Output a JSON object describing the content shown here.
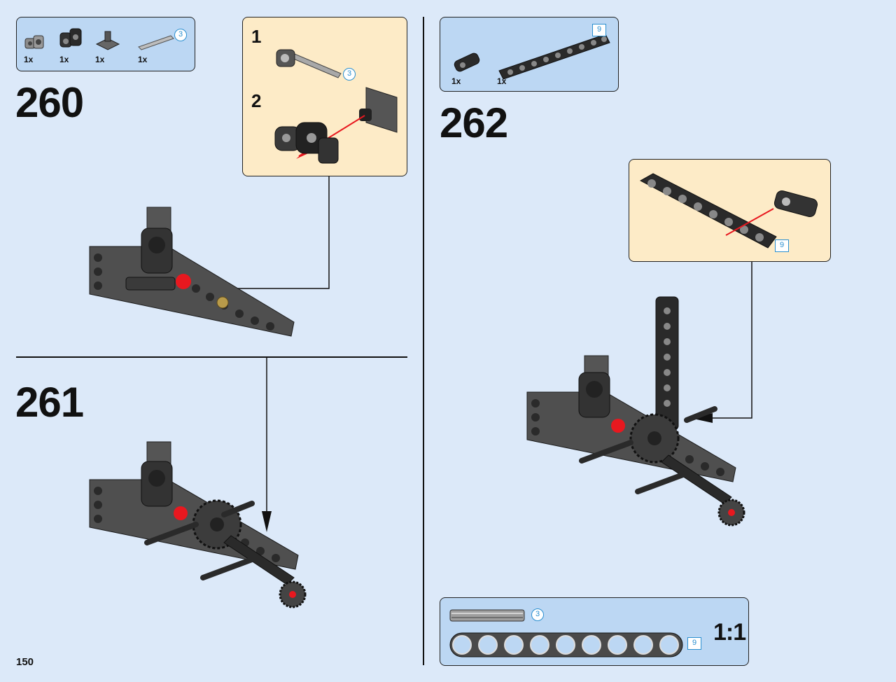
{
  "page": {
    "number": "150"
  },
  "steps": [
    {
      "number": "260",
      "parts": [
        {
          "qty": "1x"
        },
        {
          "qty": "1x"
        },
        {
          "qty": "1x"
        },
        {
          "qty": "1x"
        }
      ],
      "part_length": "3",
      "substeps": [
        {
          "label": "1",
          "length": "3"
        },
        {
          "label": "2"
        }
      ]
    },
    {
      "number": "261"
    },
    {
      "number": "262",
      "parts": [
        {
          "qty": "1x"
        },
        {
          "qty": "1x"
        }
      ],
      "part_length": "9",
      "sub_length": "9"
    }
  ],
  "reference": {
    "axle_length": "3",
    "beam_length": "9",
    "scale": "1:1"
  },
  "colors": {
    "background": "#dce9f9",
    "parts_box": "#bcd7f3",
    "sub_box": "#fdebc7",
    "highlight": "#e8181f"
  }
}
